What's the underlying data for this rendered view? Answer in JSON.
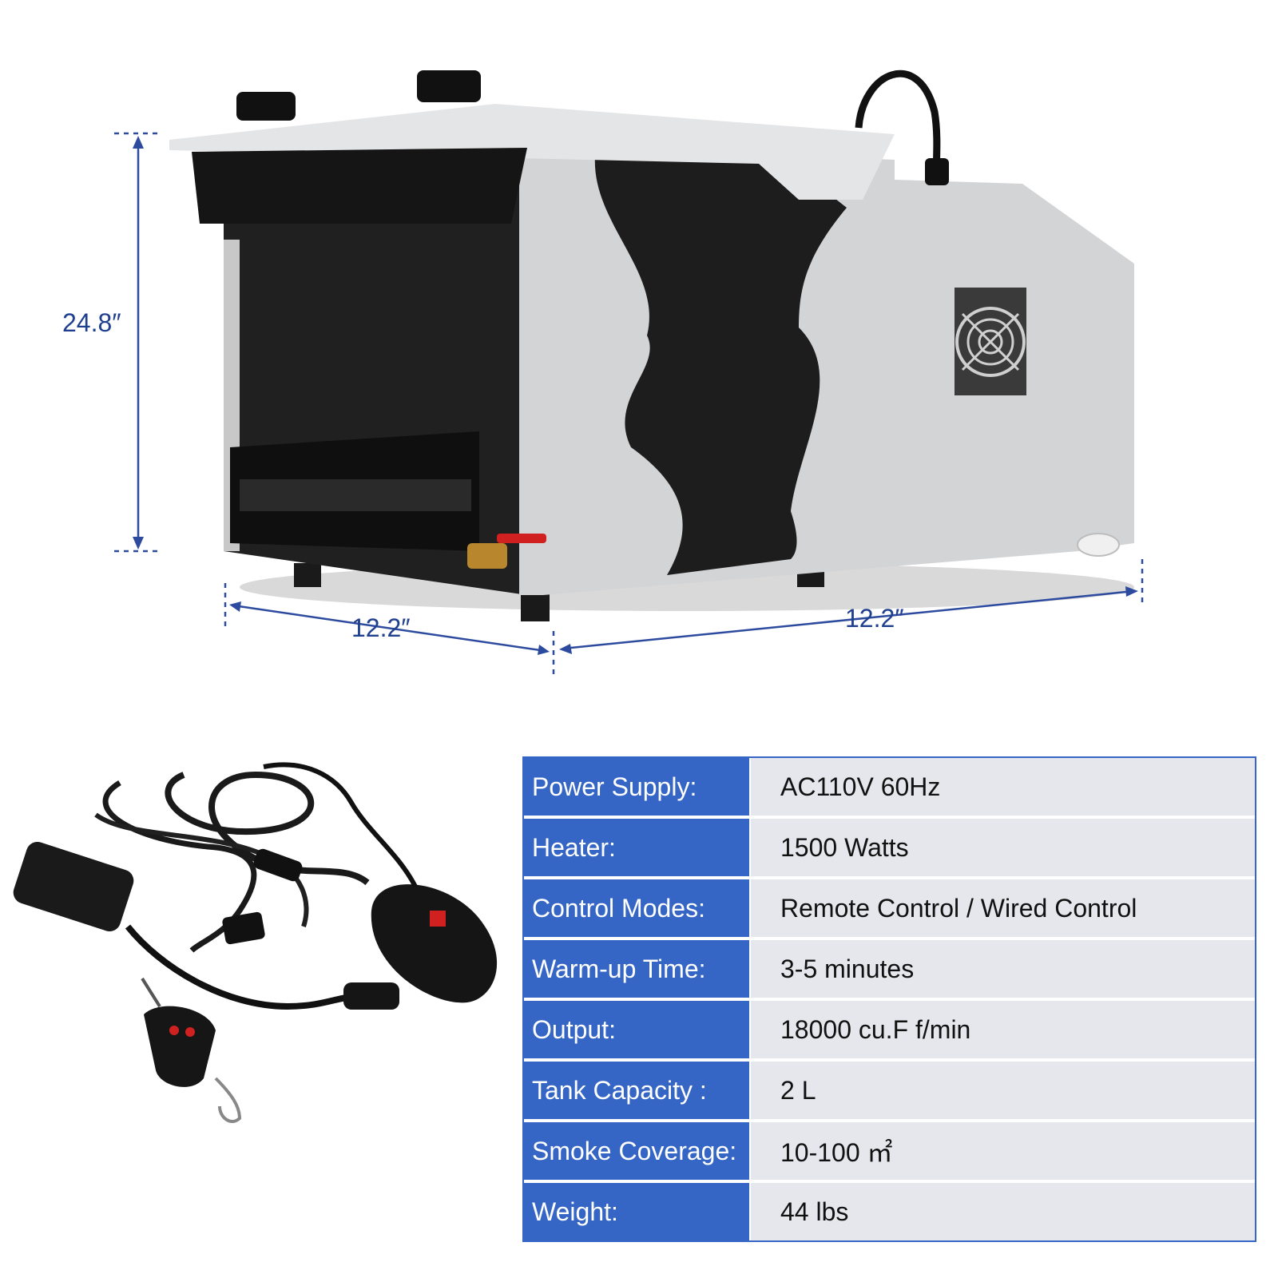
{
  "dimensions": {
    "height": "24.8″",
    "depth": "12.2″",
    "width": "12.2″"
  },
  "colors": {
    "label_bg": "#3566c5",
    "value_bg": "#e6e7ec",
    "dimension_text": "#1f3f8f",
    "dimension_line": "#2c4a9e"
  },
  "specs": [
    {
      "label": "Power Supply:",
      "value": "AC110V 60Hz"
    },
    {
      "label": "Heater:",
      "value": "1500 Watts"
    },
    {
      "label": "Control Modes:",
      "value": "Remote Control / Wired Control"
    },
    {
      "label": "Warm-up Time:",
      "value": "3-5 minutes"
    },
    {
      "label": "Output:",
      "value": "18000 cu.F f/min"
    },
    {
      "label": "Tank Capacity :",
      "value": "2 L"
    },
    {
      "label": "Smoke Coverage:",
      "value": "10-100 ㎡"
    },
    {
      "label": "Weight:",
      "value": "44 lbs"
    }
  ]
}
